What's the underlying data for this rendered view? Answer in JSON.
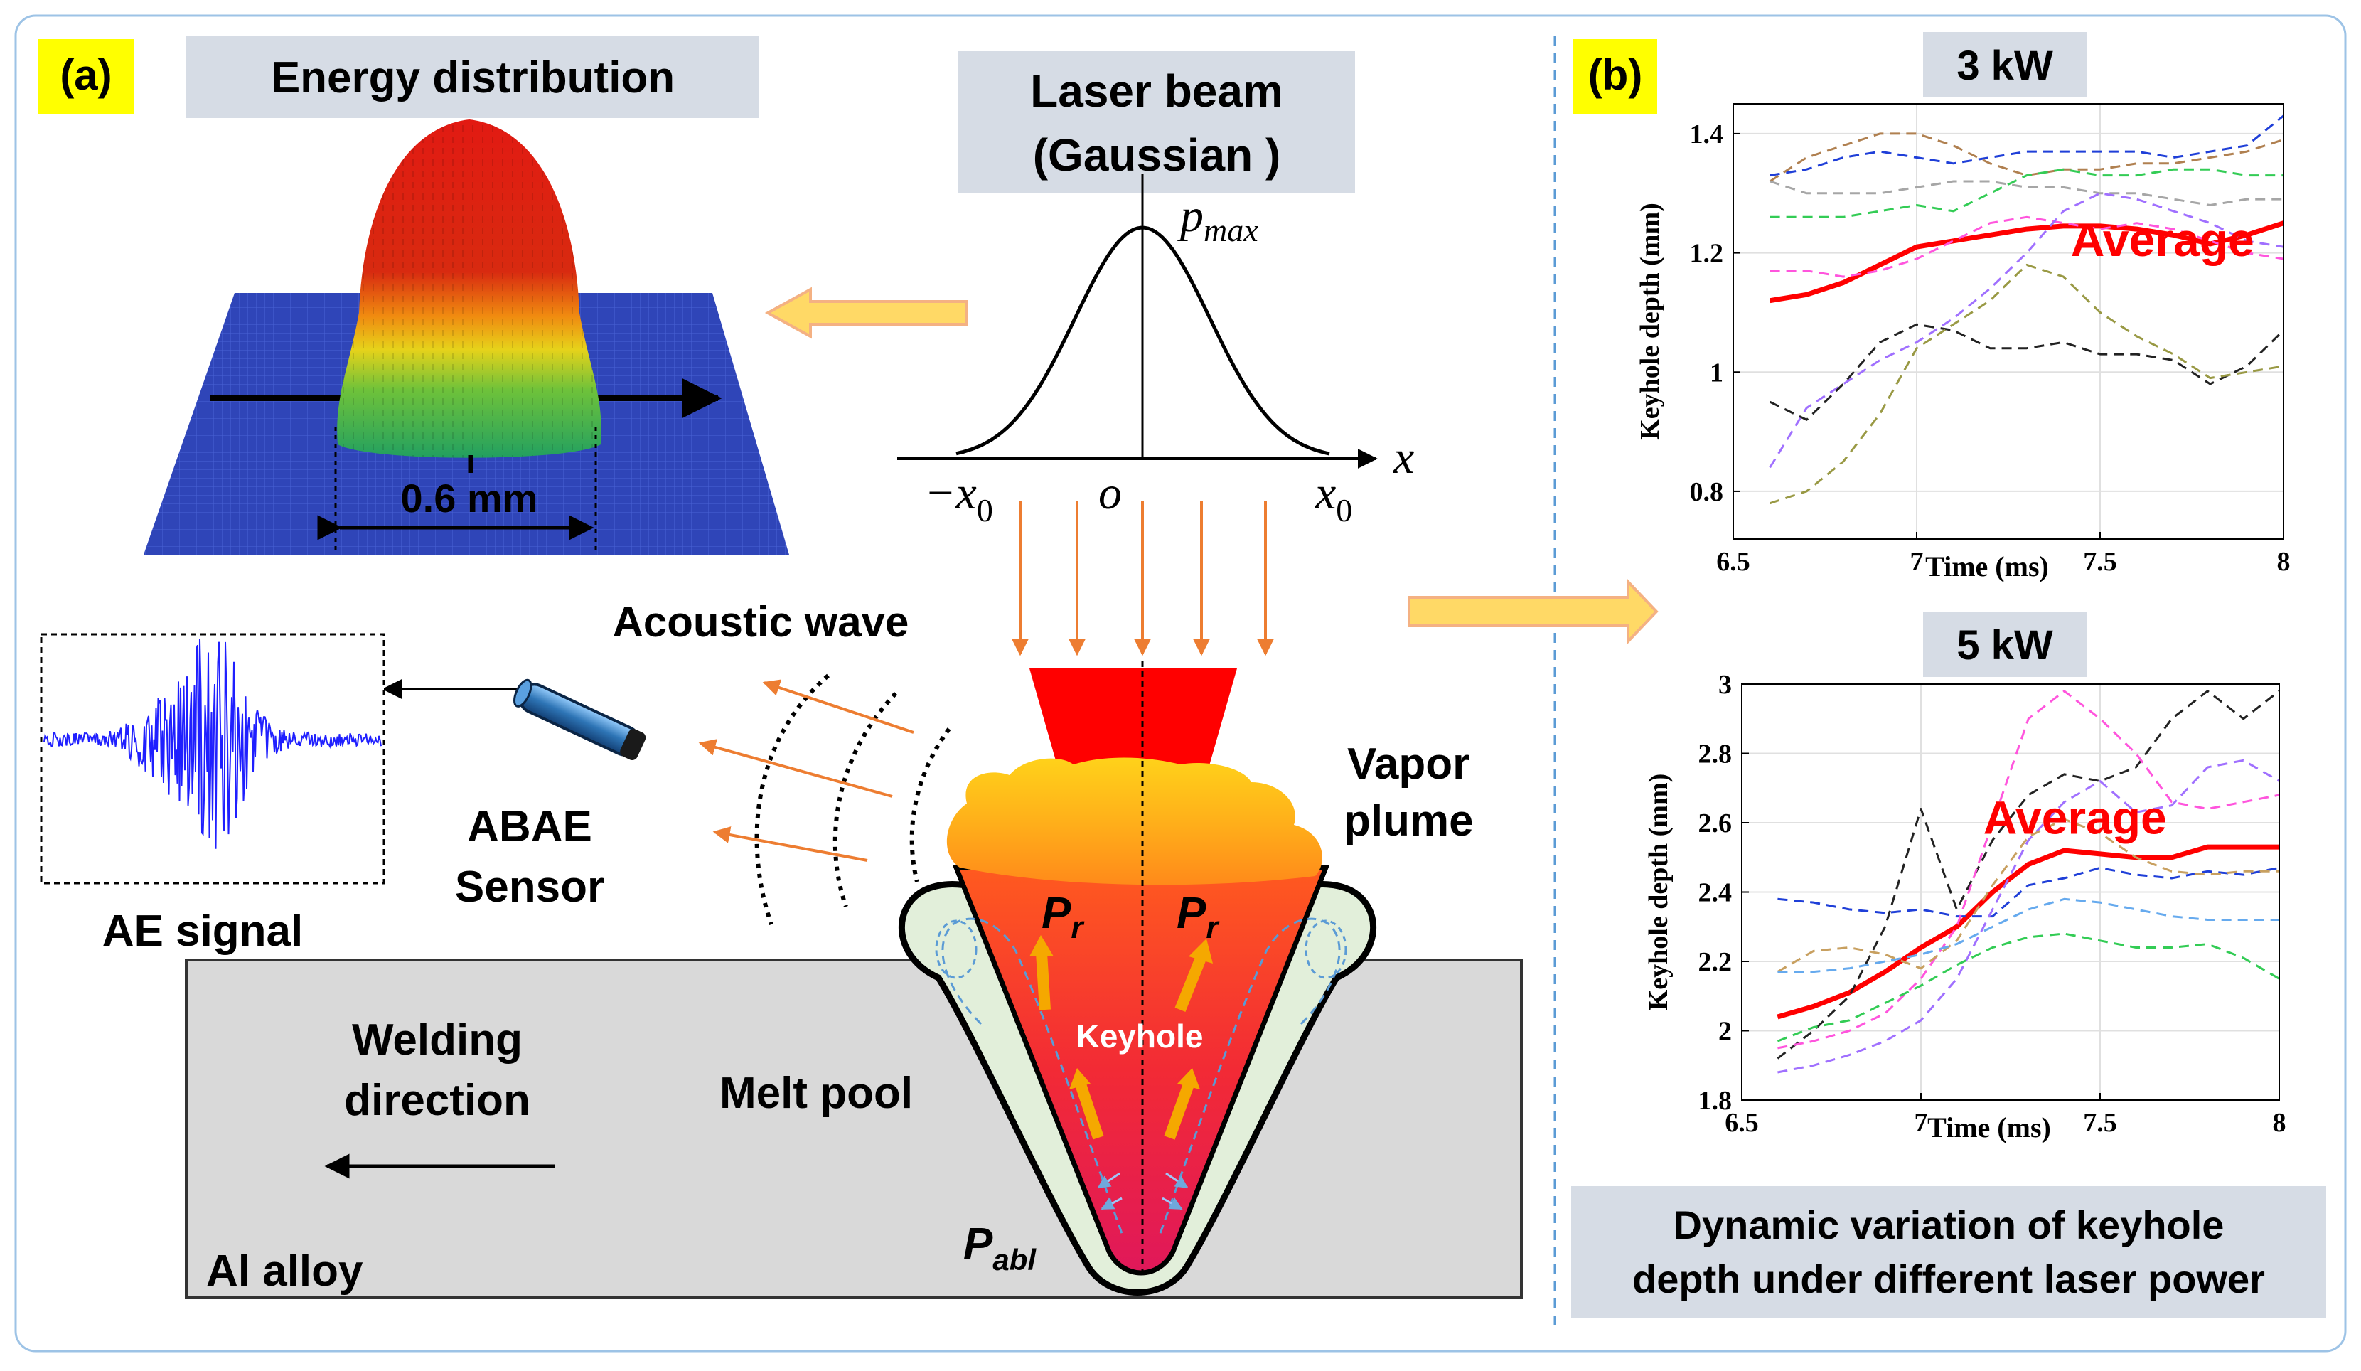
{
  "panel_a": {
    "label": "(a)",
    "energy_distribution_title": "Energy distribution",
    "energy_width": "0.6 mm",
    "laser_beam_title_line1": "Laser beam",
    "laser_beam_title_line2": "(Gaussian )",
    "p_max_main": "p",
    "p_max_sub": "max",
    "x_axis_var": "x",
    "neg_x0_main": "−x",
    "neg_x0_sub": "0",
    "origin": "o",
    "pos_x0_main": "x",
    "pos_x0_sub": "0",
    "acoustic_wave": "Acoustic wave",
    "sensor_line1": "ABAE",
    "sensor_line2": "Sensor",
    "ae_signal": "AE signal",
    "vapor_line1": "Vapor",
    "vapor_line2": "plume",
    "pr_main": "P",
    "pr_sub": "r",
    "keyhole": "Keyhole",
    "melt_pool": "Melt pool",
    "welding_line1": "Welding",
    "welding_line2": "direction",
    "pabl_main": "P",
    "pabl_sub": "abl",
    "al_alloy": "Al alloy"
  },
  "panel_b": {
    "label": "(b)",
    "caption_line1": "Dynamic variation of keyhole",
    "caption_line2": "depth under different laser power"
  },
  "colors": {
    "label_bg": "#ffff00",
    "title_box_bg": "#d6dce5",
    "average_red": "#ff0000",
    "arrow_orange": "#ed7d31",
    "plate_gray": "#d9d9d9",
    "melt_green": "#e2efda",
    "signal_blue": "#1f1fff",
    "sensor_blue": "#2e75b6",
    "frame_border": "#9dc3e6"
  },
  "chart_data": [
    {
      "type": "line",
      "title": "3 kW",
      "xlabel": "Time (ms)",
      "ylabel": "Keyhole depth (mm)",
      "xlim": [
        6.5,
        8
      ],
      "ylim": [
        0.72,
        1.45
      ],
      "xticks": [
        "6.5",
        "7",
        "7.5",
        "8"
      ],
      "yticks": [
        "0.8",
        "1",
        "1.2",
        "1.4"
      ],
      "annotation": "Average",
      "grid": true,
      "x": [
        6.6,
        6.7,
        6.8,
        6.9,
        7.0,
        7.1,
        7.2,
        7.3,
        7.4,
        7.5,
        7.6,
        7.7,
        7.8,
        7.9,
        8.0
      ],
      "series": [
        {
          "color": "#ff0000",
          "style": "solid",
          "values": [
            1.12,
            1.13,
            1.15,
            1.18,
            1.21,
            1.22,
            1.23,
            1.24,
            1.245,
            1.245,
            1.24,
            1.23,
            1.215,
            1.23,
            1.25
          ]
        },
        {
          "color": "#1f3fd8",
          "style": "dashed",
          "values": [
            1.33,
            1.34,
            1.36,
            1.37,
            1.36,
            1.35,
            1.36,
            1.37,
            1.37,
            1.37,
            1.37,
            1.36,
            1.37,
            1.38,
            1.43
          ]
        },
        {
          "color": "#b08050",
          "style": "dashed",
          "values": [
            1.32,
            1.36,
            1.38,
            1.4,
            1.4,
            1.38,
            1.35,
            1.33,
            1.34,
            1.34,
            1.35,
            1.35,
            1.36,
            1.37,
            1.39
          ]
        },
        {
          "color": "#a6a6a6",
          "style": "dashed",
          "values": [
            1.32,
            1.3,
            1.3,
            1.3,
            1.31,
            1.32,
            1.32,
            1.31,
            1.31,
            1.3,
            1.3,
            1.29,
            1.28,
            1.29,
            1.29
          ]
        },
        {
          "color": "#33cc55",
          "style": "dashed",
          "values": [
            1.26,
            1.26,
            1.26,
            1.27,
            1.28,
            1.27,
            1.3,
            1.33,
            1.34,
            1.33,
            1.33,
            1.34,
            1.34,
            1.33,
            1.33
          ]
        },
        {
          "color": "#ff55dd",
          "style": "dashed",
          "values": [
            1.17,
            1.17,
            1.16,
            1.17,
            1.19,
            1.22,
            1.25,
            1.26,
            1.25,
            1.24,
            1.25,
            1.24,
            1.22,
            1.2,
            1.19
          ]
        },
        {
          "color": "#a070ff",
          "style": "dashed",
          "values": [
            0.84,
            0.94,
            0.98,
            1.02,
            1.05,
            1.09,
            1.14,
            1.2,
            1.27,
            1.3,
            1.29,
            1.27,
            1.25,
            1.22,
            1.21
          ]
        },
        {
          "color": "#222222",
          "style": "dashed",
          "values": [
            0.95,
            0.92,
            0.98,
            1.05,
            1.08,
            1.07,
            1.04,
            1.04,
            1.05,
            1.03,
            1.03,
            1.02,
            0.98,
            1.01,
            1.07
          ]
        },
        {
          "color": "#999944",
          "style": "dashed",
          "values": [
            0.78,
            0.8,
            0.85,
            0.93,
            1.04,
            1.08,
            1.12,
            1.18,
            1.16,
            1.1,
            1.06,
            1.03,
            0.99,
            1.0,
            1.01
          ]
        }
      ]
    },
    {
      "type": "line",
      "title": "5 kW",
      "xlabel": "Time (ms)",
      "ylabel": "Keyhole depth (mm)",
      "xlim": [
        6.5,
        8
      ],
      "ylim": [
        1.8,
        3
      ],
      "xticks": [
        "6.5",
        "7",
        "7.5",
        "8"
      ],
      "yticks": [
        "1.8",
        "2",
        "2.2",
        "2.4",
        "2.6",
        "2.8",
        "3"
      ],
      "annotation": "Average",
      "grid": true,
      "x": [
        6.6,
        6.7,
        6.8,
        6.9,
        7.0,
        7.1,
        7.2,
        7.3,
        7.4,
        7.5,
        7.6,
        7.7,
        7.8,
        7.9,
        8.0
      ],
      "series": [
        {
          "color": "#ff0000",
          "style": "solid",
          "values": [
            2.04,
            2.07,
            2.11,
            2.17,
            2.24,
            2.3,
            2.4,
            2.48,
            2.52,
            2.51,
            2.5,
            2.5,
            2.53,
            2.53,
            2.53
          ]
        },
        {
          "color": "#1f3fd8",
          "style": "dashed",
          "values": [
            2.38,
            2.37,
            2.35,
            2.34,
            2.35,
            2.33,
            2.33,
            2.42,
            2.44,
            2.47,
            2.45,
            2.44,
            2.46,
            2.45,
            2.47
          ]
        },
        {
          "color": "#222222",
          "style": "dashed",
          "values": [
            1.92,
            2.0,
            2.1,
            2.3,
            2.64,
            2.35,
            2.55,
            2.68,
            2.74,
            2.72,
            2.76,
            2.9,
            2.98,
            2.9,
            2.98
          ]
        },
        {
          "color": "#ff55dd",
          "style": "dashed",
          "values": [
            1.95,
            1.97,
            2.0,
            2.05,
            2.15,
            2.3,
            2.6,
            2.9,
            2.98,
            2.9,
            2.8,
            2.66,
            2.64,
            2.66,
            2.68
          ]
        },
        {
          "color": "#a070ff",
          "style": "dashed",
          "values": [
            1.88,
            1.9,
            1.93,
            1.97,
            2.03,
            2.15,
            2.35,
            2.55,
            2.66,
            2.72,
            2.63,
            2.65,
            2.76,
            2.78,
            2.72
          ]
        },
        {
          "color": "#c8a060",
          "style": "dashed",
          "values": [
            2.17,
            2.23,
            2.24,
            2.22,
            2.18,
            2.26,
            2.42,
            2.56,
            2.61,
            2.57,
            2.5,
            2.46,
            2.45,
            2.46,
            2.46
          ]
        },
        {
          "color": "#33cc55",
          "style": "dashed",
          "values": [
            1.97,
            2.01,
            2.03,
            2.08,
            2.13,
            2.19,
            2.24,
            2.27,
            2.28,
            2.26,
            2.24,
            2.24,
            2.25,
            2.21,
            2.15
          ]
        },
        {
          "color": "#66aaee",
          "style": "dashed",
          "values": [
            2.17,
            2.17,
            2.18,
            2.2,
            2.22,
            2.25,
            2.3,
            2.35,
            2.38,
            2.37,
            2.35,
            2.33,
            2.32,
            2.32,
            2.32
          ]
        }
      ]
    }
  ]
}
